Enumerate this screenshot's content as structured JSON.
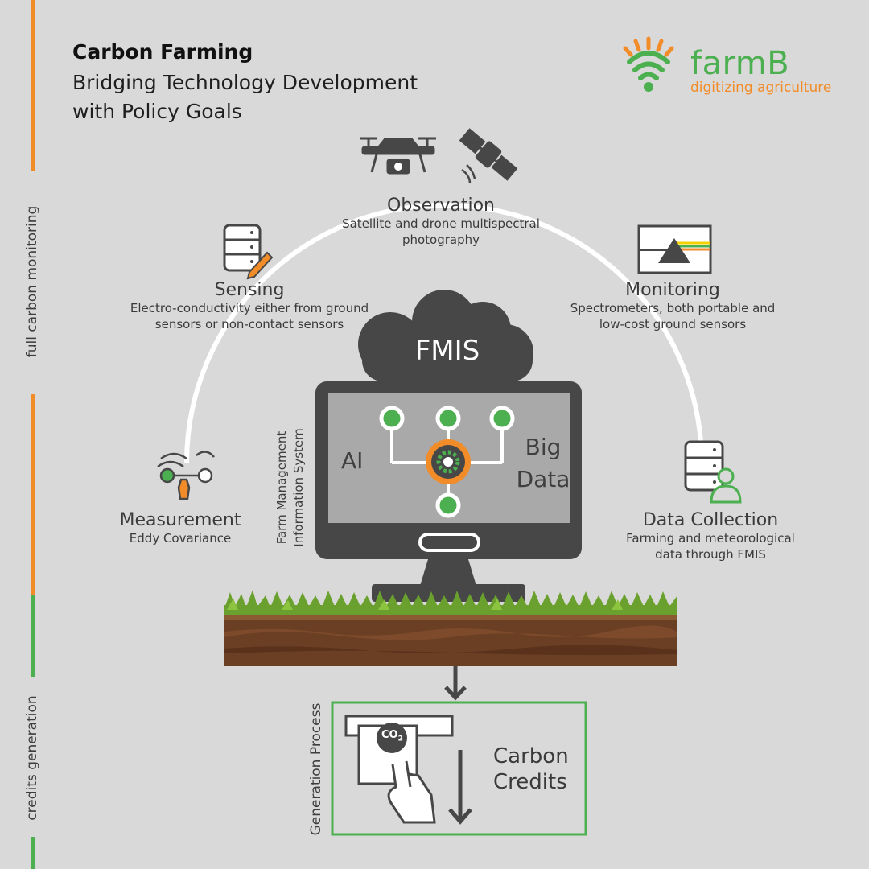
{
  "header": {
    "title": "Carbon Farming",
    "subtitle_line1": "Bridging Technology Development",
    "subtitle_line2": "with Policy Goals"
  },
  "brand": {
    "name": "farmB",
    "tagline": "digitizing agriculture"
  },
  "side_labels": {
    "top": "full carbon monitoring",
    "bottom": "credits generation"
  },
  "nodes": {
    "observation": {
      "title": "Observation",
      "line1": "Satellite and drone multispectral",
      "line2": "photography"
    },
    "sensing": {
      "title": "Sensing",
      "line1": "Electro-conductivity either from ground",
      "line2": "sensors or non-contact sensors"
    },
    "monitoring": {
      "title": "Monitoring",
      "line1": "Spectrometers, both portable and",
      "line2": "low-cost ground sensors"
    },
    "measurement": {
      "title": "Measurement",
      "line1": "Eddy Covariance"
    },
    "data_collection": {
      "title": "Data Collection",
      "line1": "Farming and meteorological",
      "line2": "data through FMIS"
    }
  },
  "fmis": {
    "cloud_label": "FMIS",
    "vertical_line1": "Farm Management",
    "vertical_line2": "Information System",
    "ai_label": "AI",
    "big_data_line1": "Big",
    "big_data_line2": "Data"
  },
  "credits": {
    "process_label": "Generation Process",
    "co2_label": "CO",
    "co2_sub": "2",
    "line1": "Carbon",
    "line2": "Credits"
  },
  "colors": {
    "background": "#d9d9d9",
    "orange": "#f28c28",
    "green": "#4caf50",
    "dark": "#474747"
  }
}
